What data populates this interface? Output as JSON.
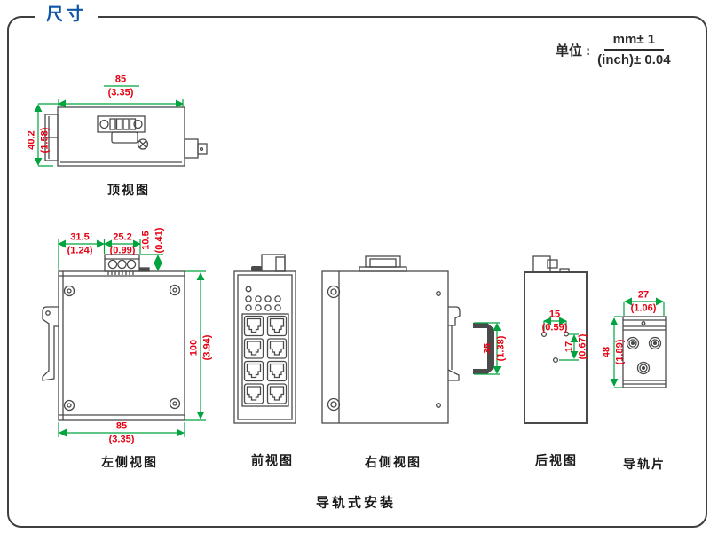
{
  "header": {
    "title": "尺寸"
  },
  "unit_note": {
    "prefix": "单位 :",
    "numerator": "mm± 1",
    "denominator": "(inch)± 0.04"
  },
  "footer": {
    "mounting_caption": "导轨式安装"
  },
  "colors": {
    "dimension_line": "#00a33e",
    "dimension_text": "#e60012",
    "header_blue": "#0e56a7",
    "line_art": "#4a4a4a"
  },
  "views": {
    "top": {
      "label": "顶视图"
    },
    "left": {
      "label": "左侧视图"
    },
    "front": {
      "label": "前视图"
    },
    "right": {
      "label": "右侧视图"
    },
    "rear": {
      "label": "后视图"
    },
    "rail": {
      "label": "导轨片"
    }
  },
  "dims": {
    "top_w": {
      "mm": "85",
      "inch": "(3.35)"
    },
    "top_h": {
      "mm": "40.2",
      "inch": "(1.58)"
    },
    "ls_offset": {
      "mm": "31.5",
      "inch": "(1.24)"
    },
    "ls_term_w": {
      "mm": "25.2",
      "inch": "(0.99)"
    },
    "ls_term_h": {
      "mm": "10.5",
      "inch": "(0.41)"
    },
    "ls_h": {
      "mm": "100",
      "inch": "(3.94)"
    },
    "ls_w": {
      "mm": "85",
      "inch": "(3.35)"
    },
    "rail_clip_h": {
      "mm": "35",
      "inch": "(1.38)"
    },
    "rear_hole_x": {
      "mm": "15",
      "inch": "(0.59)"
    },
    "rear_hole_y": {
      "mm": "17",
      "inch": "(0.67)"
    },
    "plate_w": {
      "mm": "27",
      "inch": "(1.06)"
    },
    "plate_h": {
      "mm": "48",
      "inch": "(1.89)"
    }
  }
}
